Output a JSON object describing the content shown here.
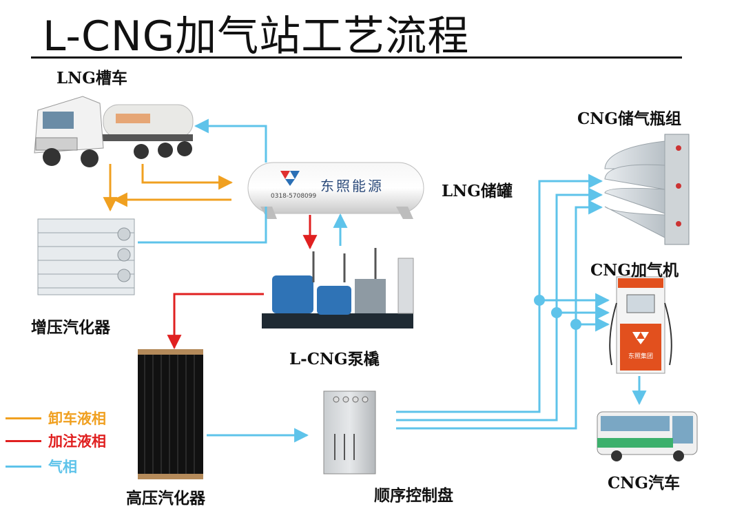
{
  "title": "L-CNG加气站工艺流程",
  "components": {
    "lng_truck": "LNG槽车",
    "lng_tank": "LNG储罐",
    "tank_brand": "东照能源",
    "tank_phone": "0318-5708099",
    "boost_vaporizer": "增压汽化器",
    "pump_skid": "L-CNG泵橇",
    "hp_vaporizer": "高压汽化器",
    "sequence_panel": "顺序控制盘",
    "cng_storage": "CNG储气瓶组",
    "cng_dispenser": "CNG加气机",
    "dispenser_brand": "东照集团",
    "cng_vehicle": "CNG汽车"
  },
  "legend": [
    {
      "label": "卸车液相",
      "color": "#f0a020"
    },
    {
      "label": "加注液相",
      "color": "#e02020"
    },
    {
      "label": "气相",
      "color": "#5ec3ea"
    }
  ],
  "colors": {
    "unload_liquid": "#f0a020",
    "fill_liquid": "#e02020",
    "gas": "#5ec3ea"
  }
}
